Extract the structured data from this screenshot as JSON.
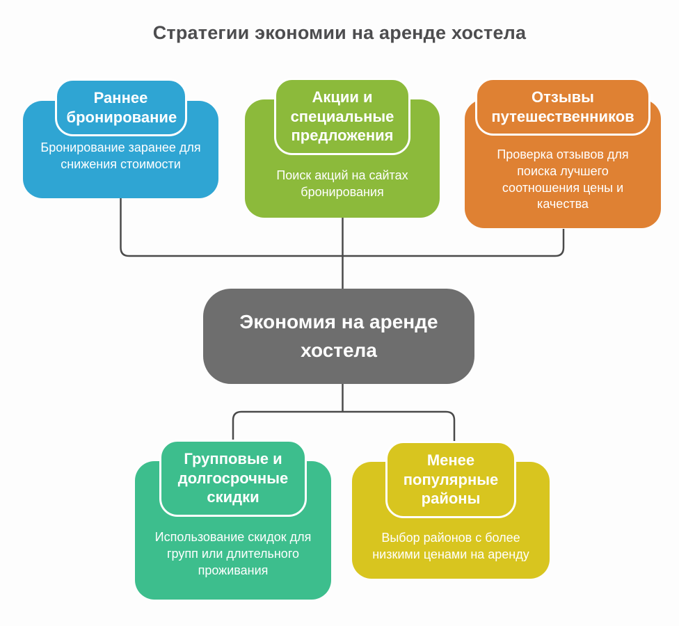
{
  "title": "Стратегии экономии на аренде хостела",
  "center_node": {
    "title": "Экономия на аренде хостела",
    "color": "#6e6e6e"
  },
  "nodes": [
    {
      "id": "early-booking",
      "title": "Раннее бронирование",
      "description": "Бронирование заранее для снижения стоимости",
      "color": "#2fa5d3"
    },
    {
      "id": "promotions",
      "title": "Акции и специальные предложения",
      "description": "Поиск акций на сайтах бронирования",
      "color": "#8cba3b"
    },
    {
      "id": "traveler-reviews",
      "title": "Отзывы путешественников",
      "description": "Проверка отзывов для поиска лучшего соотношения цены и качества",
      "color": "#df8133"
    },
    {
      "id": "group-discounts",
      "title": "Групповые и долгосрочные скидки",
      "description": "Использование скидок для групп или длительного проживания",
      "color": "#3dbe8d"
    },
    {
      "id": "less-popular-districts",
      "title": "Менее популярные районы",
      "description": "Выбор районов с более низкими ценами на аренду",
      "color": "#d8c51f"
    }
  ],
  "colors": {
    "background": "#fdfdfd",
    "title_text": "#4d4d4f",
    "connector": "#4a4a4a",
    "node_text": "#ffffff"
  }
}
